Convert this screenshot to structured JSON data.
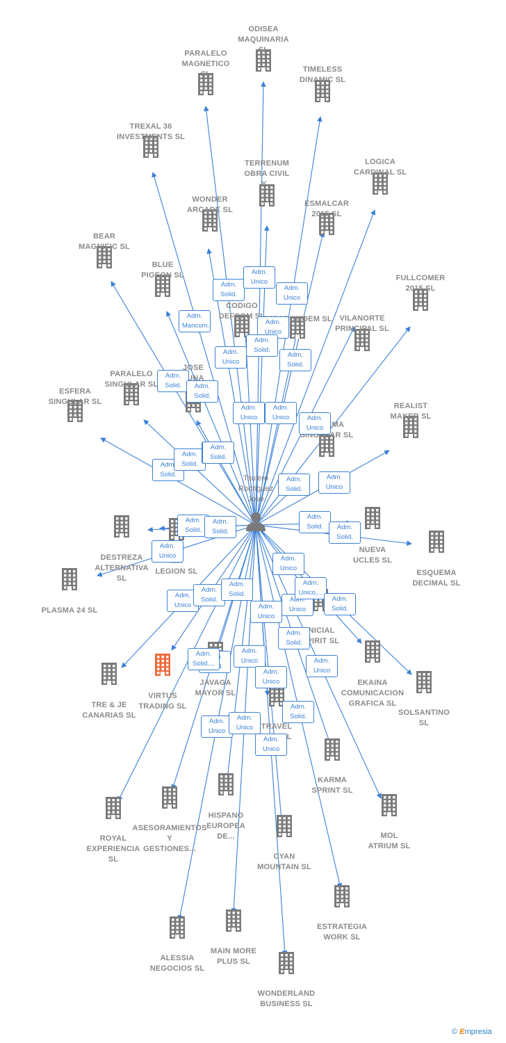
{
  "colors": {
    "edge": "#3b80d6",
    "building": "#7a7a7a",
    "focus_building": "#ee6a3a",
    "person": "#7a7a7a"
  },
  "center": {
    "name": "Taulero\nRodriguez\nJose",
    "icon": "person-icon"
  },
  "companies": [
    {
      "id": "odisea",
      "label": "ODISEA\nMAQUINARIA\nSL"
    },
    {
      "id": "paralelo-magnetico",
      "label": "PARALELO\nMAGNETICO\nSL"
    },
    {
      "id": "timeless",
      "label": "TIMELESS\nDINAMIC  SL"
    },
    {
      "id": "trexal",
      "label": "TREXAL 36\nINVESTMENTS SL"
    },
    {
      "id": "terrenum",
      "label": "TERRENUM\nOBRA CIVIL\nY..."
    },
    {
      "id": "logica",
      "label": "LOGICA\nCARDINAL  SL"
    },
    {
      "id": "wonder",
      "label": "WONDER\nARCADE  SL"
    },
    {
      "id": "esmalcar",
      "label": "ESMALCAR\n2015  SL"
    },
    {
      "id": "bear",
      "label": "BEAR\nMAGNIFIC  SL"
    },
    {
      "id": "blue",
      "label": "BLUE\nPIGEON  SL"
    },
    {
      "id": "fullcomer",
      "label": "FULLCOMER\n2015  SL"
    },
    {
      "id": "codigo",
      "label": "CODIGO\nDEFCOM  SL"
    },
    {
      "id": "esparomoem",
      "label": "ESPAROMOEM SL"
    },
    {
      "id": "vilanorte",
      "label": "VILANORTE\nPRINCIPAL  SL"
    },
    {
      "id": "paralelo-singular",
      "label": "PARALELO\nSINGULAR  SL"
    },
    {
      "id": "jose",
      "label": "JOSE\nLUNA"
    },
    {
      "id": "esfera",
      "label": "ESFERA\nSINGULAR  SL"
    },
    {
      "id": "realist",
      "label": "REALIST\nMAKER  SL"
    },
    {
      "id": "sistema",
      "label": "SISTEMA\nSINGULAR  SL"
    },
    {
      "id": "destreza",
      "label": "DESTREZA\nALTERNATIVA\nSL"
    },
    {
      "id": "legion",
      "label": "...R\nLEGION  SL"
    },
    {
      "id": "nueva",
      "label": "NUEVA\nUCLES  SL"
    },
    {
      "id": "esquema",
      "label": "ESQUEMA\nDECIMAL  SL"
    },
    {
      "id": "plasma",
      "label": "PLASMA 24 SL"
    },
    {
      "id": "inicial",
      "label": "INICIAL\nSPIRIT  SL"
    },
    {
      "id": "ekaina",
      "label": "EKAINA\nCOMUNICACION\nGRAFICA  SL"
    },
    {
      "id": "solsantino",
      "label": "SOLSANTINO\nSL"
    },
    {
      "id": "tre",
      "label": "TRE & JE\nCANARIAS  SL"
    },
    {
      "id": "virtus",
      "label": "VIRTUS\nTRADING  SL",
      "focus": true
    },
    {
      "id": "javaga",
      "label": "JAVAGA\nMAYOR  SL"
    },
    {
      "id": "travel",
      "label": "TRAVEL\nA...E  SL"
    },
    {
      "id": "karma",
      "label": "KARMA\nSPRINT  SL"
    },
    {
      "id": "royal",
      "label": "ROYAL\nEXPERIENCIA\nSL"
    },
    {
      "id": "asesoramientos",
      "label": "ASESORAMIENTOS\nY\nGESTIONES..."
    },
    {
      "id": "hispano",
      "label": "HISPANO\nEUROPEA\nDE..."
    },
    {
      "id": "mol",
      "label": "MOL\nATRIUM  SL"
    },
    {
      "id": "cyan",
      "label": "CYAN\nMOUNTAIN  SL"
    },
    {
      "id": "estrategia",
      "label": "ESTRATEGIA\nWORK  SL"
    },
    {
      "id": "alessia",
      "label": "ALESSIA\nNEGOCIOS  SL"
    },
    {
      "id": "mainmore",
      "label": "MAIN MORE\nPLUS  SL"
    },
    {
      "id": "wonderland",
      "label": "WONDERLAND\nBUSINESS  SL"
    }
  ],
  "roles": [
    "Adm.\nSolid.",
    "Adm.\nSolid.",
    "Adm.\nUnico",
    "Adm.\nMancom.",
    "Adm.\nUnico",
    "Adm.\nSolid.",
    "Adm.\nUnico",
    "Adm.\nUnico",
    "Adm.\nSolid.",
    "Adm.\nSolid.",
    "Adm.\nUnico",
    "Adm.\nUnico",
    "Adm.\nUnico",
    "Adm.\nUnico",
    "Adm.\nSolid.",
    "Adm.\nSolid.",
    "Adm.\nSolid.",
    "Adm.\nSolid.",
    "Adm.\nUnico",
    "Adm.\nSolid.",
    "Adm.\nSolid.",
    "Adm.\nSolid.",
    "Adm.\nSolid.",
    "Adm.\nUnico",
    "Adm.\nUnico",
    "Adm.\nUnico",
    "Adm.\nUnico,...",
    "Adm.\nUnico",
    "Adm.\nSolid.",
    "Adm.\nSolid.",
    "Adm.\nUnico",
    "Adm.\nSolid.",
    "Adm.\nSolid.",
    "Adm.\nUnico",
    "Adm.\nSolid....",
    "Adm.\nUnico",
    "Adm.\nSolid.",
    "Adm.\nUnico",
    "Adm.\nUnico",
    "Adm.\nSolid.",
    "Adm.\nUnico",
    "Adm.\nUnico"
  ],
  "brand": {
    "copyright": "©",
    "name_first": "E",
    "name_rest": "mpresia"
  }
}
